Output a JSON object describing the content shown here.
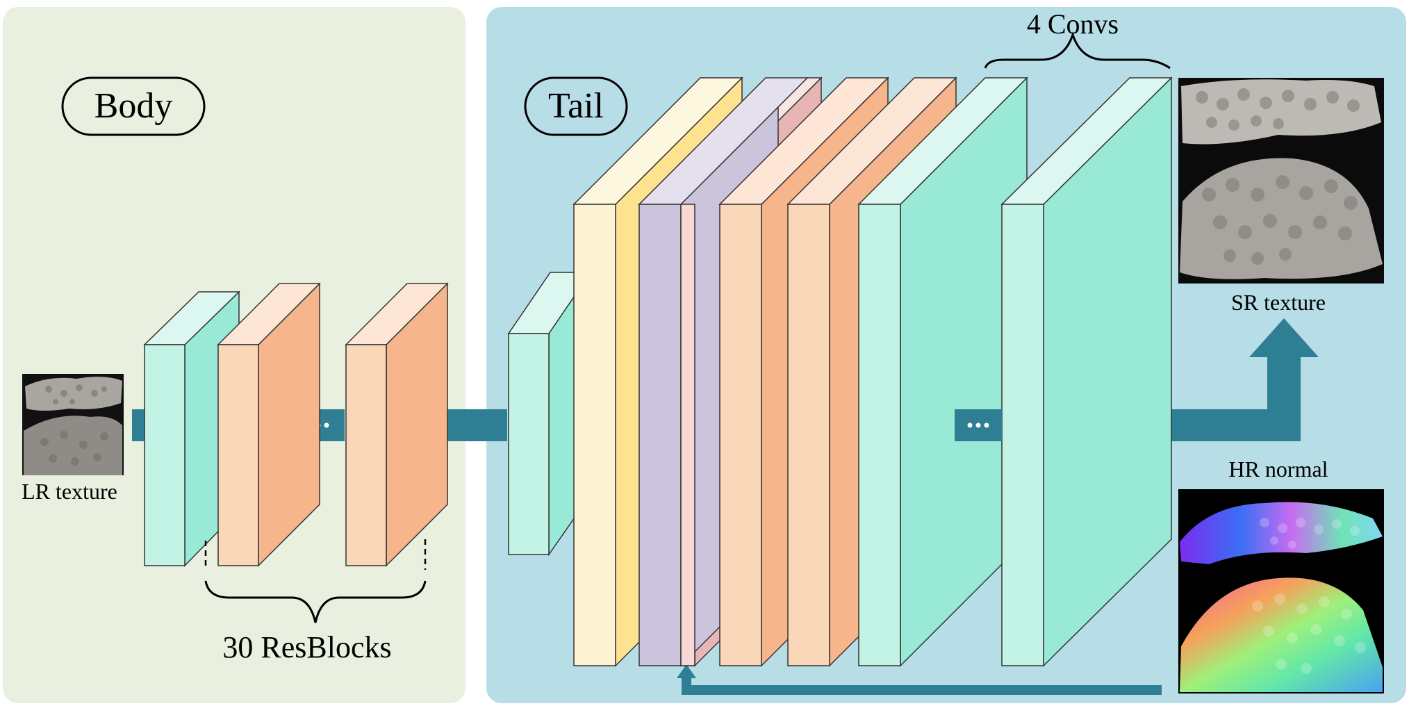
{
  "labels": {
    "body": "Body",
    "tail": "Tail",
    "lr_texture": "LR texture",
    "resblocks": "30 ResBlocks",
    "convs": "4 Convs",
    "sr_texture": "SR texture",
    "hr_normal": "HR normal",
    "ellipsis": "···"
  },
  "colors": {
    "body_panel": "#e9f0df",
    "tail_panel": "#b7dde6",
    "arrow": "#2e7f94",
    "mint_front": "#c3f3e5",
    "mint_side": "#98e9d6",
    "peach_front": "#fad7b8",
    "peach_side": "#f7b58c",
    "cream_front": "#fdf3d2",
    "yellow_side": "#fde38f",
    "lavender_front": "#ccc4dc",
    "pink_front": "#f6d8d4",
    "pink_side": "#e7b5b3"
  }
}
